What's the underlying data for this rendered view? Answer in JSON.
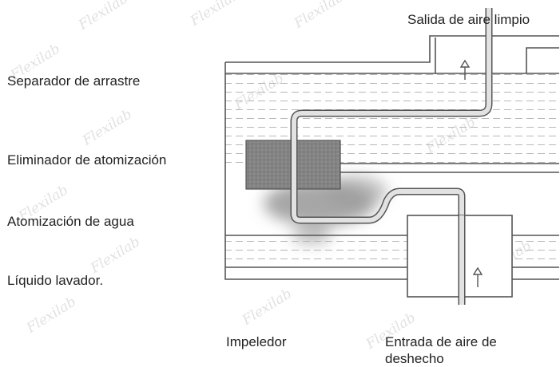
{
  "labels": {
    "outlet": "Salida de aire limpio",
    "separator": "Separador de arrastre",
    "eliminator": "Eliminador de atomización",
    "spray": "Atomización de agua",
    "liquid": "Líquido lavador.",
    "impeller": "Impeledor",
    "inlet_line1": "Entrada de aire de",
    "inlet_line2": "deshecho"
  },
  "watermark": "Flexilab",
  "colors": {
    "line": "#555555",
    "hatch": "#b8b8b8",
    "eliminator_fill": "#7a7a7a",
    "spray_fill": "#9a9a9a",
    "watermark": "#c9c9c9"
  }
}
